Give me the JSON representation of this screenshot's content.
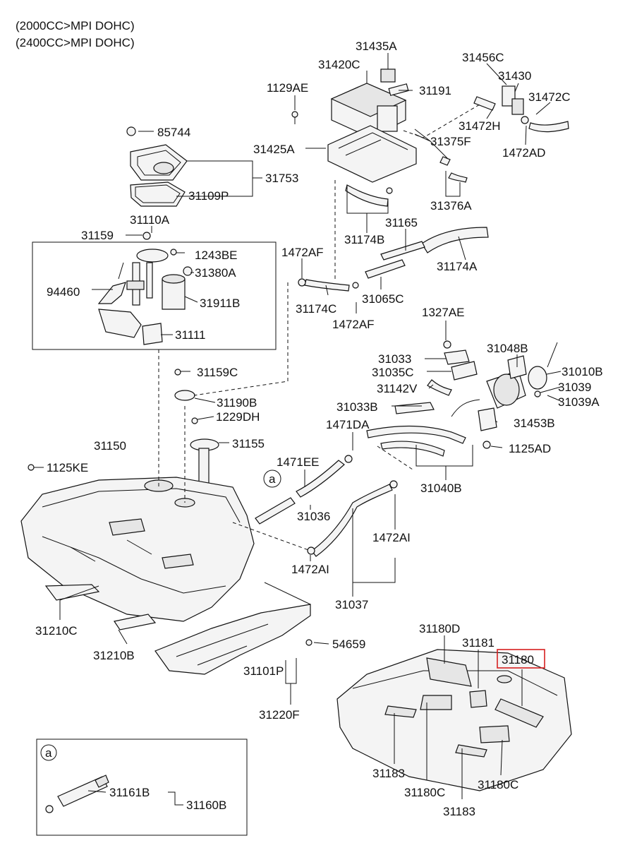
{
  "header": {
    "line1": "(2000CC>MPI DOHC)",
    "line2": "(2400CC>MPI DOHC)"
  },
  "highlight_color": "#d62020",
  "labels": {
    "p31435A": "31435A",
    "p31420C": "31420C",
    "p31456C": "31456C",
    "p31430": "31430",
    "p31472C": "31472C",
    "p1129AE": "1129AE",
    "p31191": "31191",
    "p31472H": "31472H",
    "p85744": "85744",
    "p31375F": "31375F",
    "p31425A": "31425A",
    "p1472AD": "1472AD",
    "p31753": "31753",
    "p31109P": "31109P",
    "p31376A": "31376A",
    "p31110A": "31110A",
    "p31165": "31165",
    "p31159": "31159",
    "p31174B": "31174B",
    "p1243BE": "1243BE",
    "p1472AF_a": "1472AF",
    "p31174A": "31174A",
    "p31380A": "31380A",
    "p94460": "94460",
    "p31065C": "31065C",
    "p31911B": "31911B",
    "p31174C": "31174C",
    "p1327AE": "1327AE",
    "p1472AF_b": "1472AF",
    "p31111": "31111",
    "p31048B": "31048B",
    "p31033": "31033",
    "p31010B": "31010B",
    "p31159C": "31159C",
    "p31035C": "31035C",
    "p31039": "31039",
    "p31142V": "31142V",
    "p31039A": "31039A",
    "p31190B": "31190B",
    "p31033B": "31033B",
    "p1229DH": "1229DH",
    "p31453B": "31453B",
    "p1471DA": "1471DA",
    "p31150": "31150",
    "p31155": "31155",
    "p1125AD": "1125AD",
    "p1125KE": "1125KE",
    "p1471EE": "1471EE",
    "p31040B": "31040B",
    "callout_a": "a",
    "p31036": "31036",
    "p1472AI_a": "1472AI",
    "p1472AI_b": "1472AI",
    "p31037": "31037",
    "p31210C": "31210C",
    "p31180D": "31180D",
    "p31181": "31181",
    "p54659": "54659",
    "p31180": "31180",
    "p31210B": "31210B",
    "p31101P": "31101P",
    "p31220F": "31220F",
    "inset_a": "a",
    "p31183_a": "31183",
    "p31180C_a": "31180C",
    "p31180C_b": "31180C",
    "p31161B": "31161B",
    "p31160B": "31160B",
    "p31183_b": "31183"
  }
}
